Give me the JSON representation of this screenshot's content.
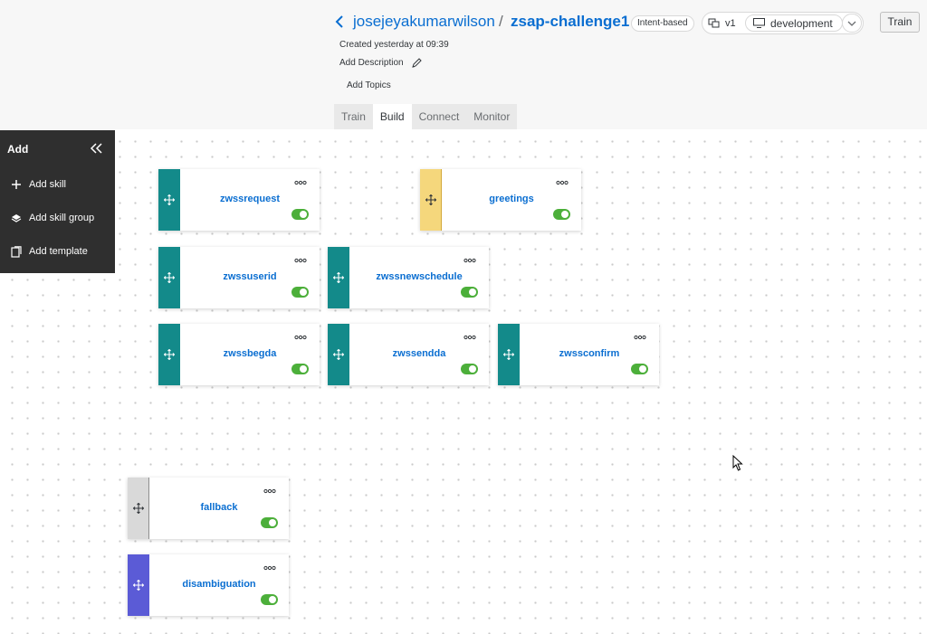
{
  "header": {
    "owner": "josejeyakumarwilson",
    "separator": "/",
    "bot_name": "zsap-challenge1",
    "bot_type": "Intent-based",
    "version": "v1",
    "environment": "development",
    "train_button": "Train",
    "created": "Created yesterday at 09:39",
    "add_description": "Add Description",
    "add_topics": "Add Topics"
  },
  "tabs": [
    {
      "label": "Train",
      "active": false
    },
    {
      "label": "Build",
      "active": true
    },
    {
      "label": "Connect",
      "active": false
    },
    {
      "label": "Monitor",
      "active": false
    }
  ],
  "add_panel": {
    "title": "Add",
    "items": [
      {
        "label": "Add skill",
        "icon": "plus-icon"
      },
      {
        "label": "Add skill group",
        "icon": "skill-group-icon"
      },
      {
        "label": "Add template",
        "icon": "template-icon"
      }
    ]
  },
  "skills": [
    {
      "name": "zwssrequest",
      "color": "#138a8a",
      "enabled": true
    },
    {
      "name": "greetings",
      "color": "#f5d77c",
      "enabled": true
    },
    {
      "name": "zwssuserid",
      "color": "#138a8a",
      "enabled": true
    },
    {
      "name": "zwssnewschedule",
      "color": "#138a8a",
      "enabled": true
    },
    {
      "name": "zwssbegda",
      "color": "#138a8a",
      "enabled": true
    },
    {
      "name": "zwssendda",
      "color": "#138a8a",
      "enabled": true
    },
    {
      "name": "zwssconfirm",
      "color": "#138a8a",
      "enabled": true
    },
    {
      "name": "fallback",
      "color": "#d9d9d9",
      "enabled": true
    },
    {
      "name": "disambiguation",
      "color": "#5b5bd6",
      "enabled": true
    }
  ],
  "colors": {
    "accent": "#0a6ed1",
    "toggle_on": "#4caf3a",
    "panel_bg": "#2f2f2f"
  }
}
